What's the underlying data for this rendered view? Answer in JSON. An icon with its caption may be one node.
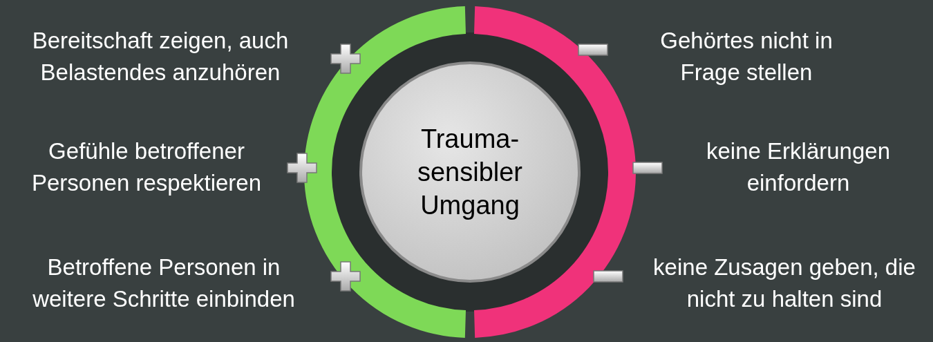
{
  "diagram": {
    "nodes": [
      {
        "text": [
          "Trauma-sensibler Umgang"
        ]
      }
    ],
    "labels": [
      "Bereitschaft zeigen, auch Belastendes anzuhören",
      "Gehörtes nicht in Frage stellen",
      "Gefühle betroffener Personen respektieren",
      "keine Erklärungen einfordern",
      "Betroffene Personen in weitere Schritte einbinden",
      "keine Zusagen geben, die nicht zu halten sind"
    ]
  }
}
